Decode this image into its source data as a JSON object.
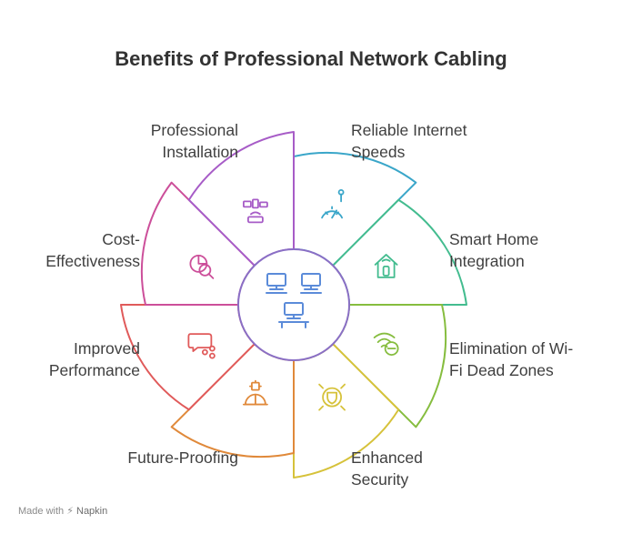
{
  "title": "Benefits of Professional Network Cabling",
  "segments": [
    {
      "label": "Reliable Internet Speeds",
      "lines": "Reliable Internet\nSpeeds",
      "icon": "speedometer-icon",
      "color": "#3aa6c9"
    },
    {
      "label": "Smart Home Integration",
      "lines": "Smart Home\nIntegration",
      "icon": "smart-home-icon",
      "color": "#43bc8f"
    },
    {
      "label": "Elimination of Wi-Fi Dead Zones",
      "lines": "Elimination of Wi-\nFi Dead Zones",
      "icon": "wifi-minus-icon",
      "color": "#86bd3f"
    },
    {
      "label": "Enhanced Security",
      "lines": "Enhanced\nSecurity",
      "icon": "shield-icon",
      "color": "#d6c23a"
    },
    {
      "label": "Future-Proofing",
      "lines": "Future-Proofing",
      "icon": "hardhat-chip-icon",
      "color": "#e0893a"
    },
    {
      "label": "Improved Performance",
      "lines": "Improved\nPerformance",
      "icon": "chat-share-icon",
      "color": "#e05a5a"
    },
    {
      "label": "Cost-Effectiveness",
      "lines": "Cost-\nEffectiveness",
      "icon": "chart-search-icon",
      "color": "#cc4f9a"
    },
    {
      "label": "Professional Installation",
      "lines": "Professional\nInstallation",
      "icon": "devices-router-icon",
      "color": "#a75cc7"
    }
  ],
  "center_icon": "network-workstations-icon",
  "center_color": "#8a6fc5",
  "footer": {
    "made_with": "Made with",
    "brand": "Napkin"
  }
}
